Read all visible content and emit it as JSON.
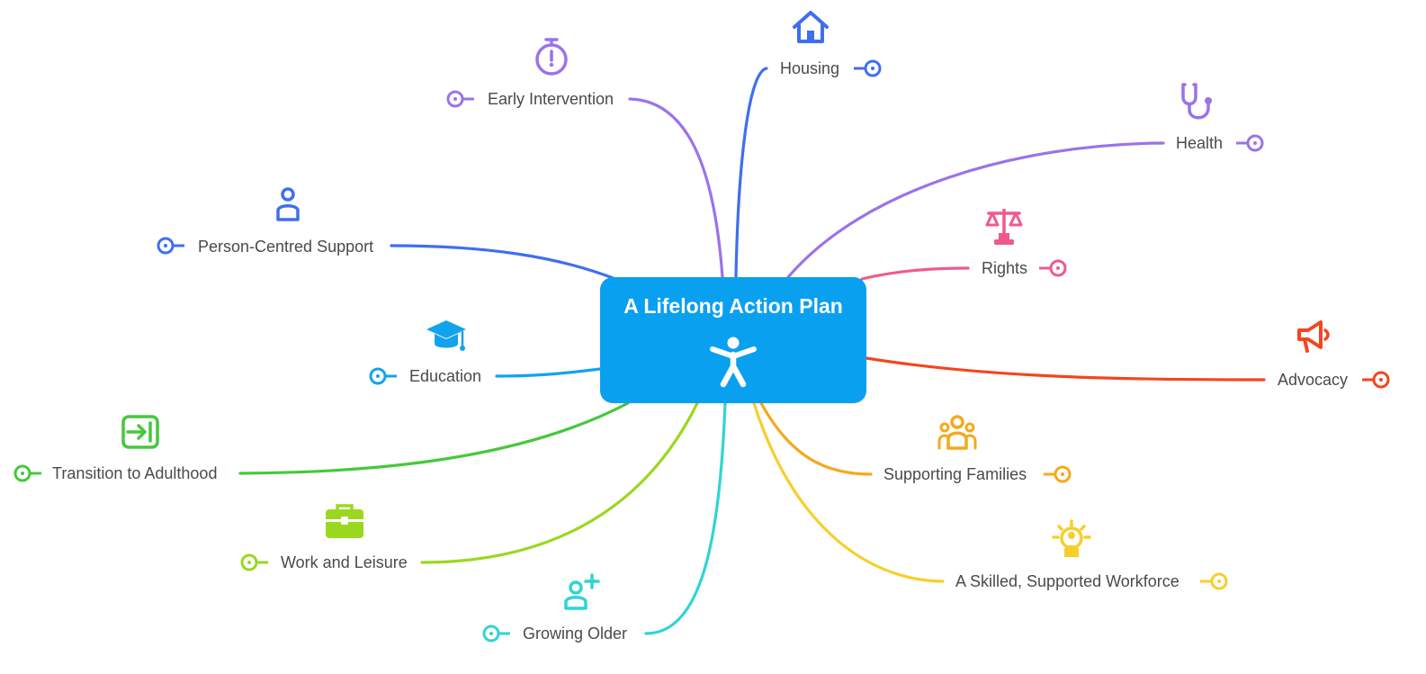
{
  "central_topic": {
    "title": "A Lifelong Action Plan",
    "icon": "person-arms-outstretched-icon",
    "color": "#0aa0f0"
  },
  "branches": [
    {
      "id": "housing",
      "label": "Housing",
      "color": "#3f6ef0",
      "icon": "house-icon"
    },
    {
      "id": "early-intervention",
      "label": "Early Intervention",
      "color": "#9b72ea",
      "icon": "stopwatch-icon"
    },
    {
      "id": "health",
      "label": "Health",
      "color": "#9b72ea",
      "icon": "stethoscope-icon"
    },
    {
      "id": "person-centred-support",
      "label": "Person-Centred Support",
      "color": "#3f6ef0",
      "icon": "person-icon"
    },
    {
      "id": "rights",
      "label": "Rights",
      "color": "#ee5b8a",
      "icon": "scales-icon"
    },
    {
      "id": "education",
      "label": "Education",
      "color": "#13a3ec",
      "icon": "graduation-cap-icon"
    },
    {
      "id": "advocacy",
      "label": "Advocacy",
      "color": "#f2461f",
      "icon": "megaphone-icon"
    },
    {
      "id": "transition-to-adulthood",
      "label": "Transition to Adulthood",
      "color": "#45c83c",
      "icon": "sign-in-icon"
    },
    {
      "id": "supporting-families",
      "label": "Supporting Families",
      "color": "#f6a81b",
      "icon": "group-icon"
    },
    {
      "id": "work-and-leisure",
      "label": "Work and Leisure",
      "color": "#9ad81f",
      "icon": "briefcase-icon"
    },
    {
      "id": "skilled-workforce",
      "label": "A Skilled, Supported Workforce",
      "color": "#f7cf2b",
      "icon": "worker-badge-icon"
    },
    {
      "id": "growing-older",
      "label": "Growing Older",
      "color": "#2fd4d6",
      "icon": "add-person-icon"
    }
  ]
}
